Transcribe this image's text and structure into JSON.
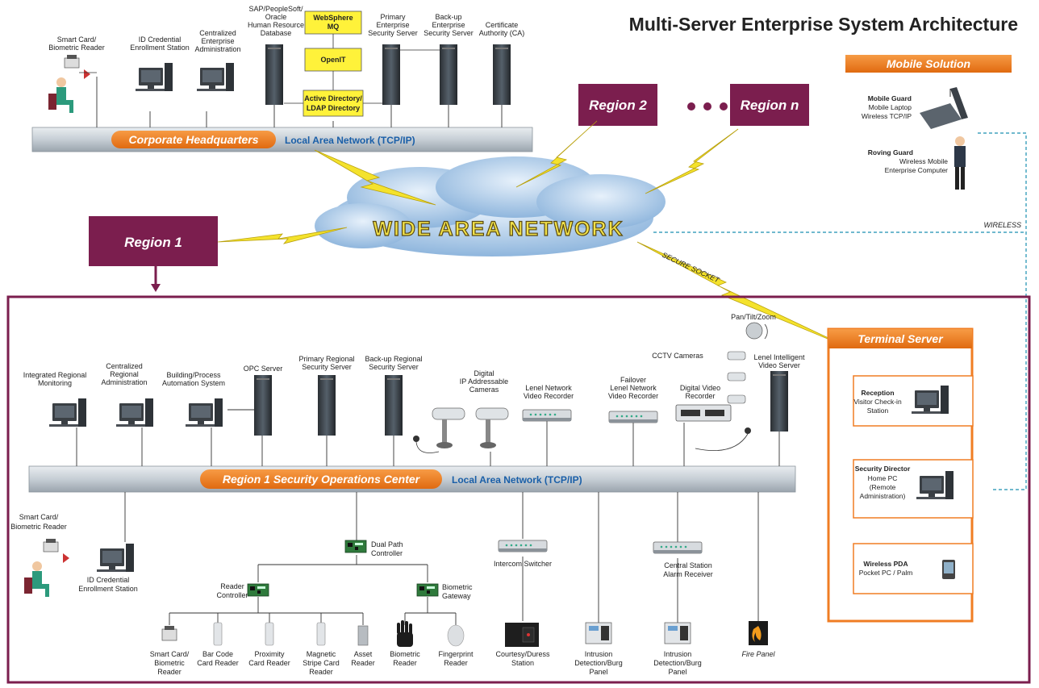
{
  "title": "Multi-Server Enterprise System Architecture",
  "wan": "WIDE AREA NETWORK",
  "regions": {
    "r1": "Region 1",
    "r2": "Region 2",
    "rn": "Region n"
  },
  "hq": {
    "pill": "Corporate Headquarters",
    "lan": "Local Area Network (TCP/IP)",
    "smart_card": [
      "Smart Card/",
      "Biometric Reader"
    ],
    "id_station": [
      "ID Credential",
      "Enrollment Station"
    ],
    "central_admin": [
      "Centralized",
      "Enterprise",
      "Administration"
    ],
    "hr_db": [
      "SAP/PeopleSoft/",
      "Oracle",
      "Human Resource",
      "Database"
    ],
    "websphere": [
      "WebSphere",
      "MQ"
    ],
    "openit": "OpenIT",
    "ad": [
      "Active Directory/",
      "LDAP Directory"
    ],
    "primary_server": [
      "Primary",
      "Enterprise",
      "Security Server"
    ],
    "backup_server": [
      "Back-up",
      "Enterprise",
      "Security Server"
    ],
    "ca": [
      "Certificate",
      "Authority (CA)"
    ]
  },
  "mobile": {
    "header": "Mobile Solution",
    "guard_title": "Mobile Guard",
    "guard_lines": [
      "Mobile Laptop",
      "Wireless TCP/IP"
    ],
    "roving_title": "Roving Guard",
    "roving_lines": [
      "Wireless Mobile",
      "Enterprise Computer"
    ],
    "wireless": "WIRELESS"
  },
  "secure_socket": "SECURE SOCKET",
  "terminal": {
    "header": "Terminal Server",
    "reception_title": "Reception",
    "reception_lines": [
      "Visitor Check-in",
      "Station"
    ],
    "director_title": "Security Director",
    "director_lines": [
      "Home PC",
      "(Remote",
      "Administration)"
    ],
    "pda_title": "Wireless PDA",
    "pda_lines": [
      "Pocket PC / Palm"
    ]
  },
  "soc": {
    "pill": "Region 1 Security Operations Center",
    "lan": "Local Area Network (TCP/IP)",
    "integrated": [
      "Integrated Regional",
      "Monitoring"
    ],
    "central_admin": [
      "Centralized",
      "Regional",
      "Administration"
    ],
    "building": [
      "Building/Process",
      "Automation System"
    ],
    "opc": "OPC Server",
    "primary": [
      "Primary Regional",
      "Security Server"
    ],
    "backup": [
      "Back-up Regional",
      "Security Server"
    ],
    "ipcam": [
      "Digital",
      "IP Addressable",
      "Cameras"
    ],
    "nvr": [
      "Lenel Network",
      "Video Recorder"
    ],
    "failover": [
      "Failover",
      "Lenel Network",
      "Video Recorder"
    ],
    "dvr": [
      "Digital Video",
      "Recorder"
    ],
    "cctv": "CCTV Cameras",
    "ptz": "Pan/Tilt/Zoom",
    "ivs": [
      "Lenel Intelligent",
      "Video Server"
    ],
    "smart_card": [
      "Smart Card/",
      "Biometric Reader"
    ],
    "id_station": [
      "ID Credential",
      "Enrollment Station"
    ],
    "dual_path": [
      "Dual Path",
      "Controller"
    ],
    "reader_ctrl": [
      "Reader",
      "Controller"
    ],
    "bio_gw": [
      "Biometric",
      "Gateway"
    ],
    "intercom": "Intercom  Switcher",
    "central_station": [
      "Central Station",
      "Alarm Receiver"
    ],
    "dev_smart": [
      "Smart Card/",
      "Biometric",
      "Reader"
    ],
    "dev_barcode": [
      "Bar Code",
      "Card Reader"
    ],
    "dev_prox": [
      "Proximity",
      "Card Reader"
    ],
    "dev_mag": [
      "Magnetic",
      "Stripe Card",
      "Reader"
    ],
    "dev_asset": [
      "Asset",
      "Reader"
    ],
    "dev_bio": [
      "Biometric",
      "Reader"
    ],
    "dev_finger": [
      "Fingerprint",
      "Reader"
    ],
    "dev_courtesy": [
      "Courtesy/Duress",
      "Station"
    ],
    "dev_intrusion1": [
      "Intrusion",
      "Detection/Burg",
      "Panel"
    ],
    "dev_intrusion2": [
      "Intrusion",
      "Detection/Burg",
      "Panel"
    ],
    "dev_fire": "Fire Panel"
  },
  "colors": {
    "maroon": "#7b1e4e",
    "orange": "#f07d23",
    "lanblue": "#1a5fa8",
    "wanyellow": "#f2e24a"
  }
}
